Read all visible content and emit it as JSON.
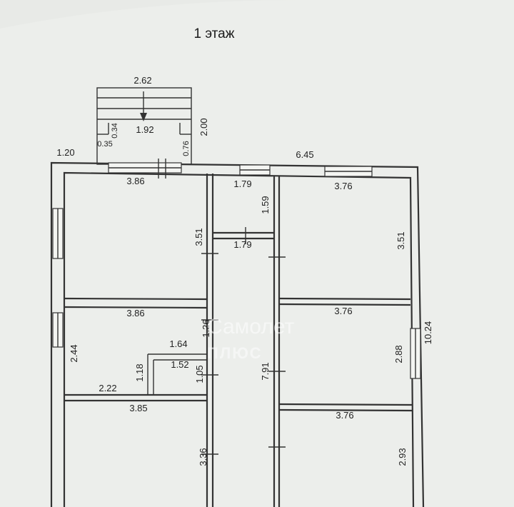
{
  "title": "1 этаж",
  "watermark": {
    "line1": "Самолет",
    "line2": "ПЛЮС"
  },
  "dims": {
    "porch_width": "2.62",
    "porch_inner": "1.92",
    "porch_height": "2.00",
    "porch_d1": "0.34",
    "porch_d2": "0.35",
    "porch_d3": "0.76",
    "left_offset": "1.20",
    "top_right": "6.45",
    "r1_w": "3.86",
    "r1_h": "3.51",
    "r2_w": "1.79",
    "r2_h": "1.59",
    "hall_w": "1.79",
    "r3_w": "3.76",
    "r3_h": "3.51",
    "r4_w": "3.86",
    "r4_h": "2.44",
    "r4_hall": "1.26",
    "r4_a": "1.64",
    "r4_b": "1.18",
    "r4_c": "1.52",
    "r4_d": "1.05",
    "r4_e": "2.22",
    "hall_len": "7.91",
    "r5_w": "3.76",
    "r5_h": "2.88",
    "total_h": "10.24",
    "r6_w": "3.85",
    "r6_h": "3.36",
    "r7_w": "3.76",
    "r7_h": "2.93"
  }
}
